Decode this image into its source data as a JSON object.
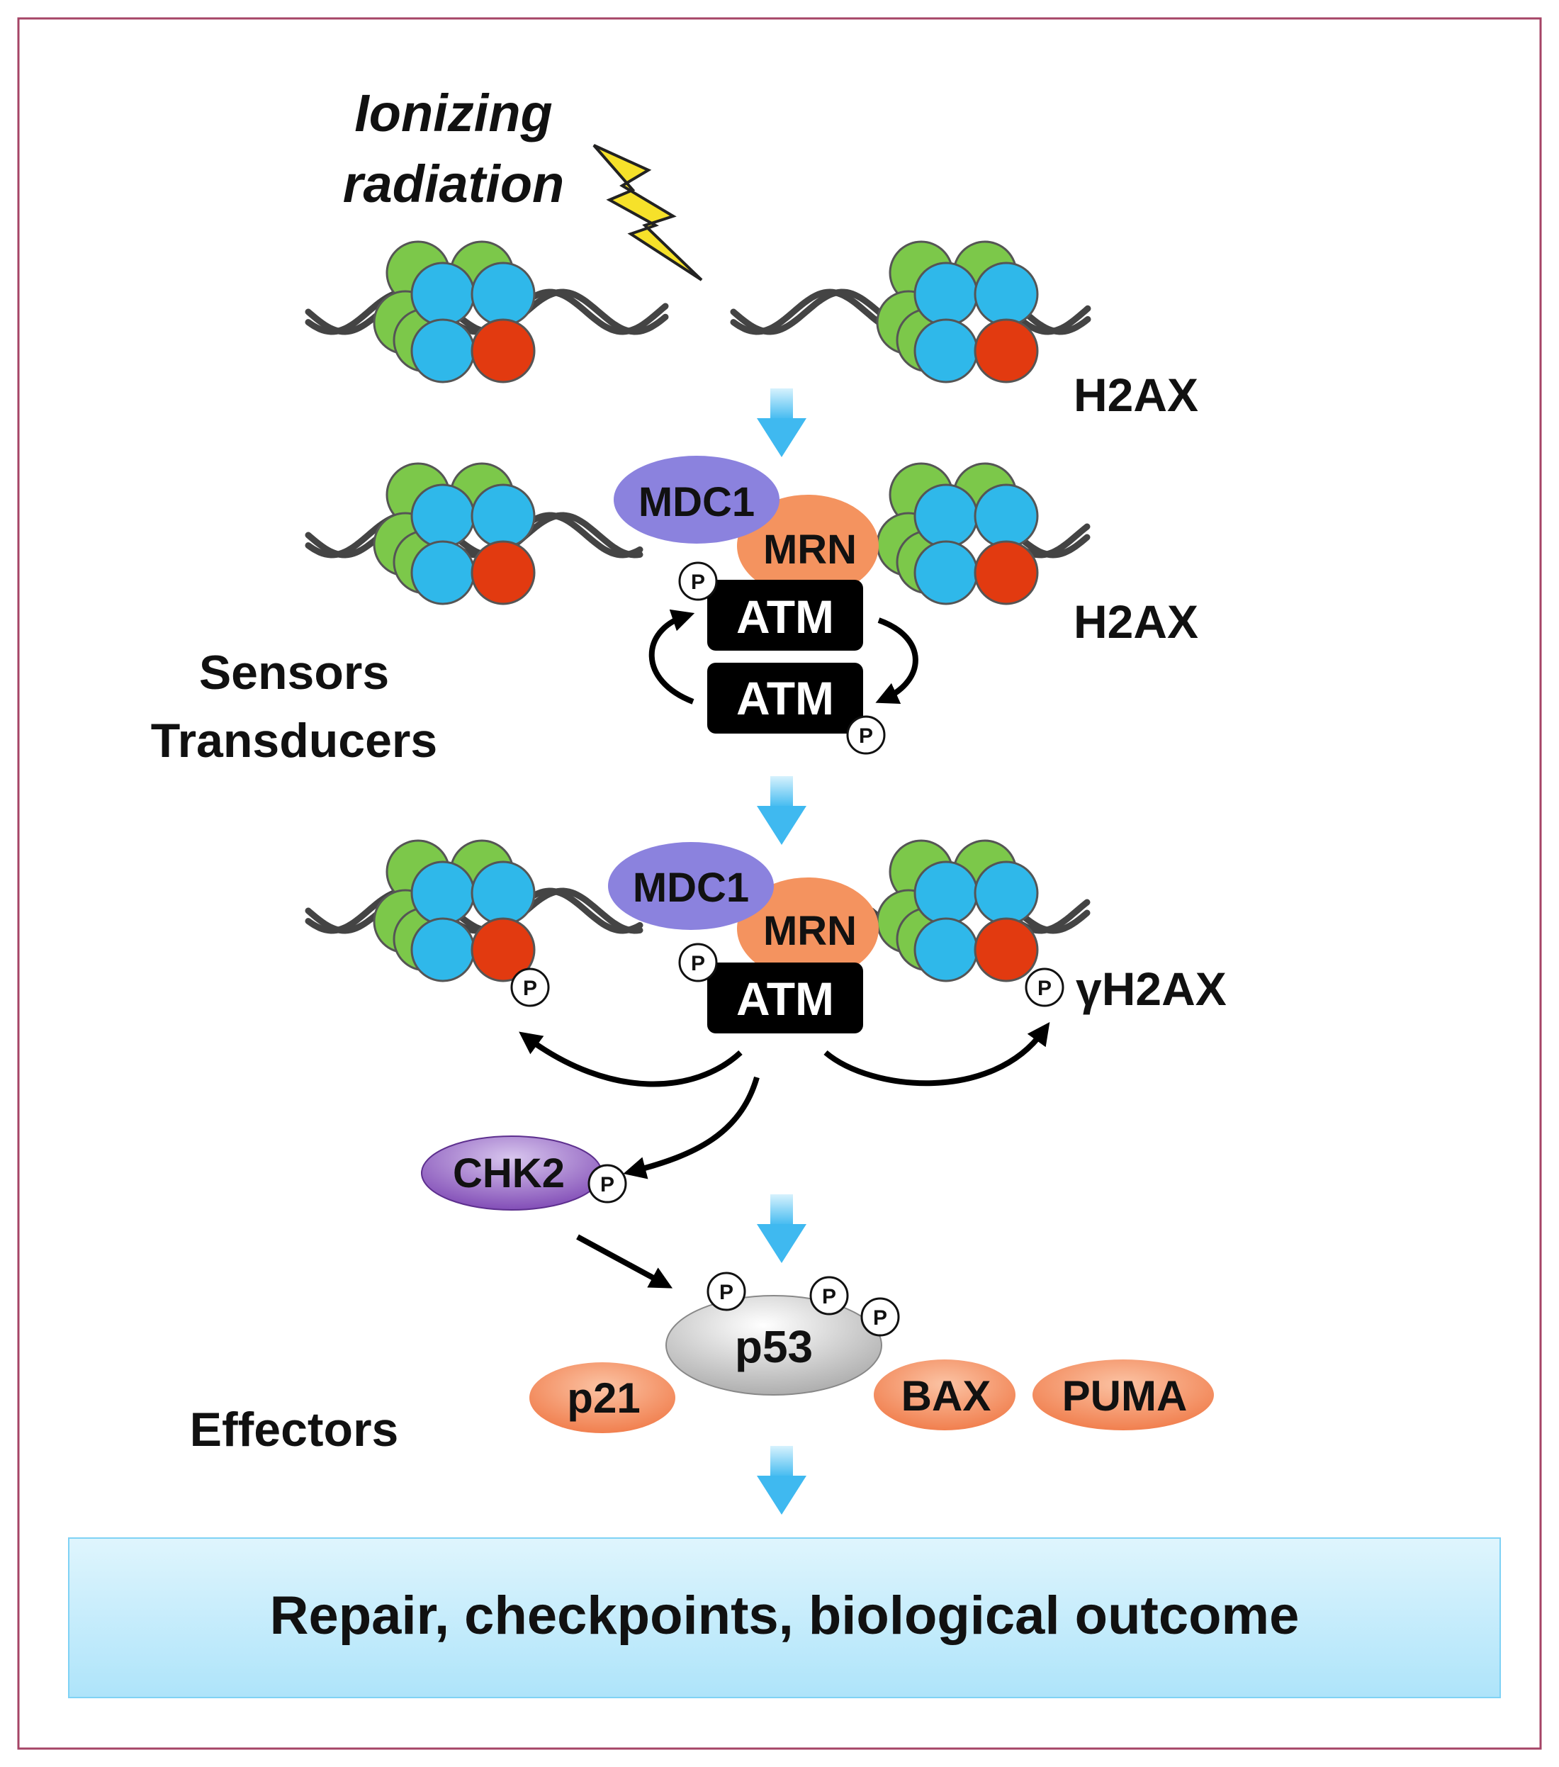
{
  "stimulus": {
    "line1": "Ionizing",
    "line2": "radiation"
  },
  "h2ax_label": "H2AX",
  "gamma_h2ax_label": "γH2AX",
  "stage_labels": {
    "sensors": "Sensors",
    "transducers": "Transducers",
    "effectors": "Effectors"
  },
  "proteins": {
    "mdc1": "MDC1",
    "mrn": "MRN",
    "atm": "ATM",
    "chk2": "CHK2",
    "p53": "p53",
    "p21": "p21",
    "bax": "BAX",
    "puma": "PUMA"
  },
  "phospho": "P",
  "outcome": "Repair, checkpoints, biological outcome",
  "colors": {
    "histone_green": "#7cc84a",
    "histone_blue": "#2fb8ea",
    "histone_red": "#e23a10",
    "mdc1": "#8b82de",
    "mrn": "#f4935f",
    "atm": "#000000",
    "chk2": "#8f5fbf",
    "effector": "#f4875a",
    "p53": "#c9c9c9",
    "flow_arrow": "#5ec6f4",
    "outcome_bg": "#bfeafb",
    "frame": "#a54466"
  }
}
